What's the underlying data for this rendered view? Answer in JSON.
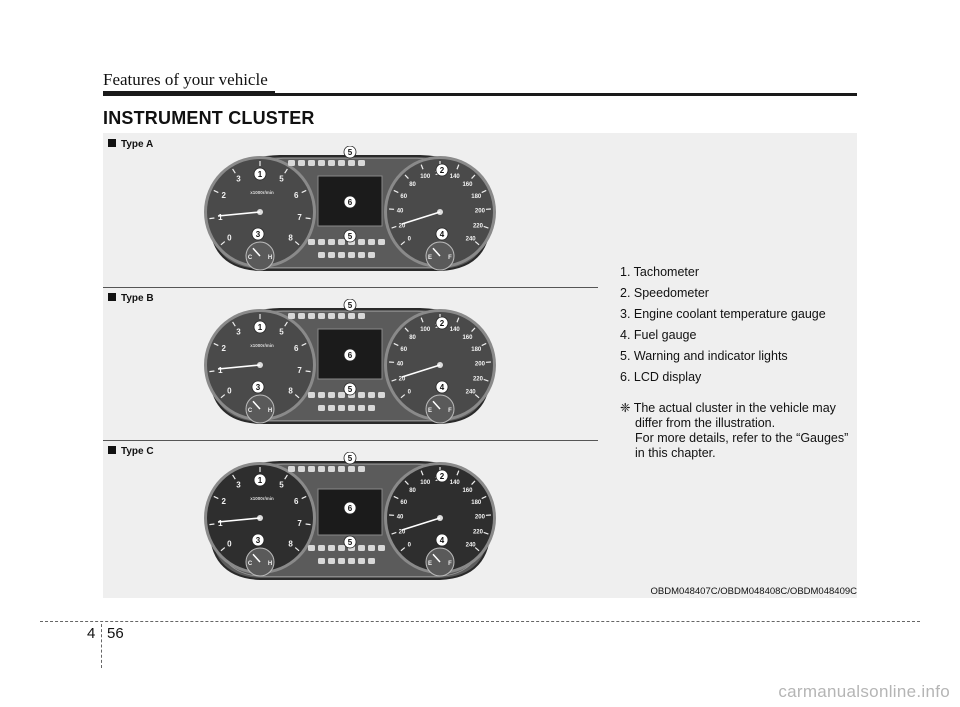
{
  "header": {
    "section": "Features of your vehicle"
  },
  "title": "INSTRUMENT CLUSTER",
  "types": [
    {
      "label": "Type A"
    },
    {
      "label": "Type B"
    },
    {
      "label": "Type C"
    }
  ],
  "cluster_labels": {
    "tach_scale": [
      "0",
      "1",
      "2",
      "3",
      "4",
      "5",
      "6",
      "7",
      "8"
    ],
    "speed_scale": [
      "0",
      "20",
      "40",
      "60",
      "80",
      "100",
      "120",
      "140",
      "160",
      "180",
      "200",
      "220",
      "240"
    ],
    "tach_unit": "x1000r/min",
    "temp_ends": [
      "C",
      "H"
    ],
    "fuel_ends": [
      "E",
      "F"
    ],
    "callouts": [
      "1",
      "2",
      "3",
      "4",
      "5",
      "6"
    ]
  },
  "legend": {
    "items": [
      "1. Tachometer",
      "2. Speedometer",
      "3. Engine coolant temperature gauge",
      "4. Fuel gauge",
      "5. Warning and indicator lights",
      "6. LCD display"
    ]
  },
  "note": {
    "line1": "❈ The actual cluster in the vehicle may",
    "line2": "differ from the illustration.",
    "line3": "For more details, refer to the “Gauges”",
    "line4": "in this chapter."
  },
  "image_codes": "OBDM048407C/OBDM048408C/OBDM048409C",
  "footer": {
    "chapter": "4",
    "page": "56"
  },
  "watermark": "carmanualsonline.info"
}
